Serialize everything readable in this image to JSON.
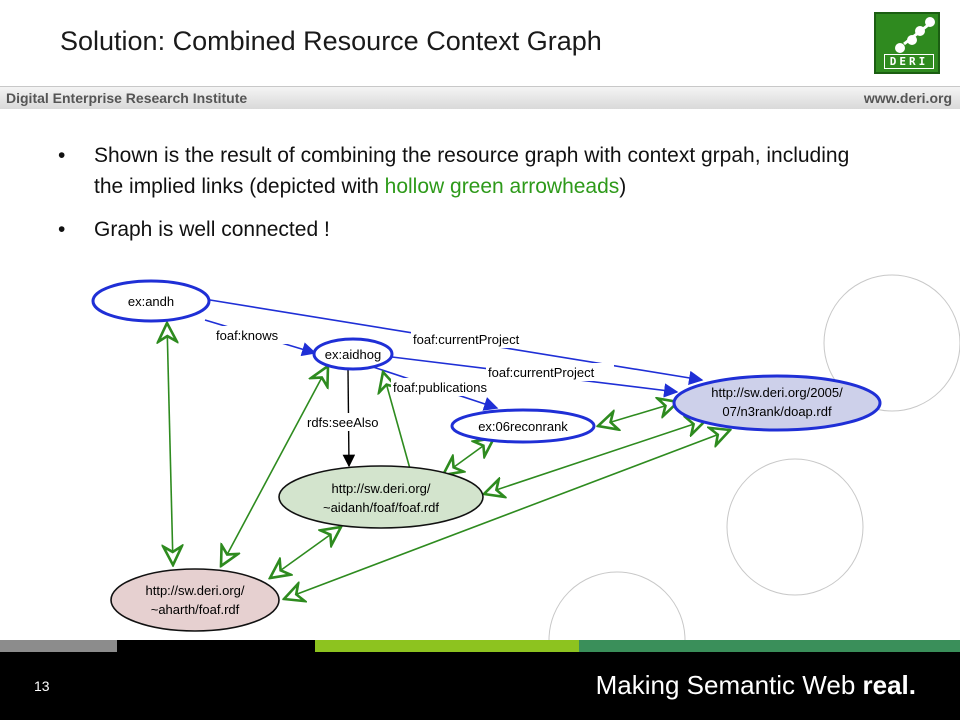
{
  "title": "Solution: Combined Resource Context Graph",
  "logo_text": "DERI",
  "banner": {
    "left": "Digital Enterprise Research Institute",
    "right": "www.deri.org"
  },
  "bullets": [
    {
      "text_before": "Shown is the result of combining the resource graph with context grpah, including the implied links (depicted with ",
      "highlight": "hollow green arrowheads",
      "text_after": ")"
    },
    {
      "text_before": "Graph is well connected !",
      "highlight": "",
      "text_after": ""
    }
  ],
  "bullet_char": "•",
  "diagram": {
    "nodes": {
      "andh": "ex:andh",
      "aidhog": "ex:aidhog",
      "reconrank": "ex:06reconrank",
      "doap_line1": "http://sw.deri.org/2005/",
      "doap_line2": "07/n3rank/doap.rdf",
      "aidanh_line1": "http://sw.deri.org/",
      "aidanh_line2": "~aidanh/foaf/foaf.rdf",
      "aharth_line1": "http://sw.deri.org/",
      "aharth_line2": "~aharth/foaf.rdf"
    },
    "edge_labels": {
      "knows": "foaf:knows",
      "current1": "foaf:currentProject",
      "current2": "foaf:currentProject",
      "publications": "foaf:publications",
      "seealso": "rdfs:seeAlso"
    },
    "colors": {
      "resource": "#1f2fd6",
      "implied": "#2e8b1f",
      "context": "#000000"
    }
  },
  "footer": {
    "page_number": "13",
    "tagline_regular": "Making Semantic Web ",
    "tagline_bold": "real."
  },
  "colors": {
    "accent_green": "#2e9a1a",
    "strip_gray": "#8c8c8c",
    "strip_lime": "#8dc31f",
    "strip_teal": "#3a8f5a"
  }
}
